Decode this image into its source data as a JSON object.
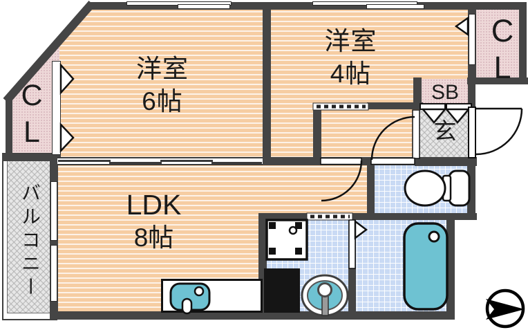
{
  "floorplan": {
    "rooms": {
      "western6": {
        "name": "洋室",
        "size": "6帖"
      },
      "western4": {
        "name": "洋室",
        "size": "4帖"
      },
      "ldk": {
        "name": "LDK",
        "size": "8帖"
      },
      "closet_left": {
        "label": "CL"
      },
      "closet_right": {
        "label": "CL"
      },
      "shoebox": {
        "label": "SB"
      },
      "entrance": {
        "label": "玄"
      },
      "balcony": {
        "label": "バルコニー"
      }
    },
    "fixtures": [
      "toilet-icon",
      "bathtub-icon",
      "washing-machine-icon",
      "washbasin-icon",
      "kitchen-sink-icon",
      "entrance-door-icon",
      "compass-north-icon"
    ],
    "colors": {
      "wall": "#454545",
      "wood_floor": "#f6cda2",
      "closet_pink": "#eed8d8",
      "tile_blue": "#c9daf4",
      "hatch_gray": "#e7e7e7",
      "fixture_teal": "#6ec2d2"
    }
  }
}
